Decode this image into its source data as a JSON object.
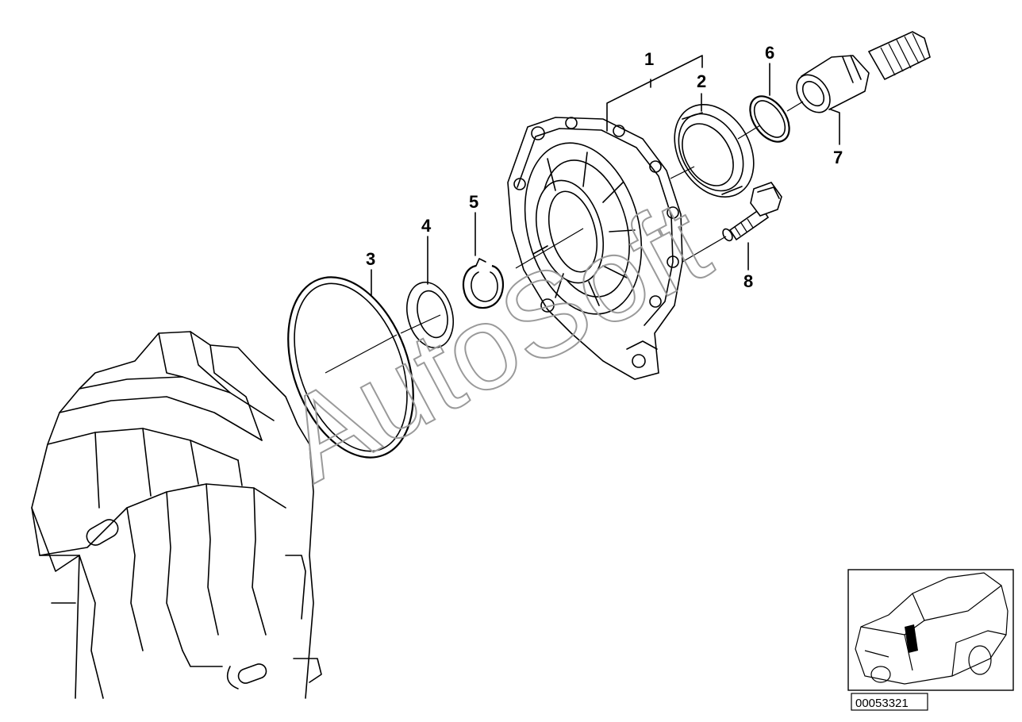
{
  "diagram": {
    "parts": [
      {
        "label": "1"
      },
      {
        "label": "2"
      },
      {
        "label": "3"
      },
      {
        "label": "4"
      },
      {
        "label": "5"
      },
      {
        "label": "6"
      },
      {
        "label": "7"
      },
      {
        "label": "8"
      }
    ],
    "reference_number": "00053321",
    "watermark": "AutoSoft",
    "colors": {
      "line": "#000000",
      "background": "#ffffff",
      "watermark": "#9a9a9a"
    }
  }
}
